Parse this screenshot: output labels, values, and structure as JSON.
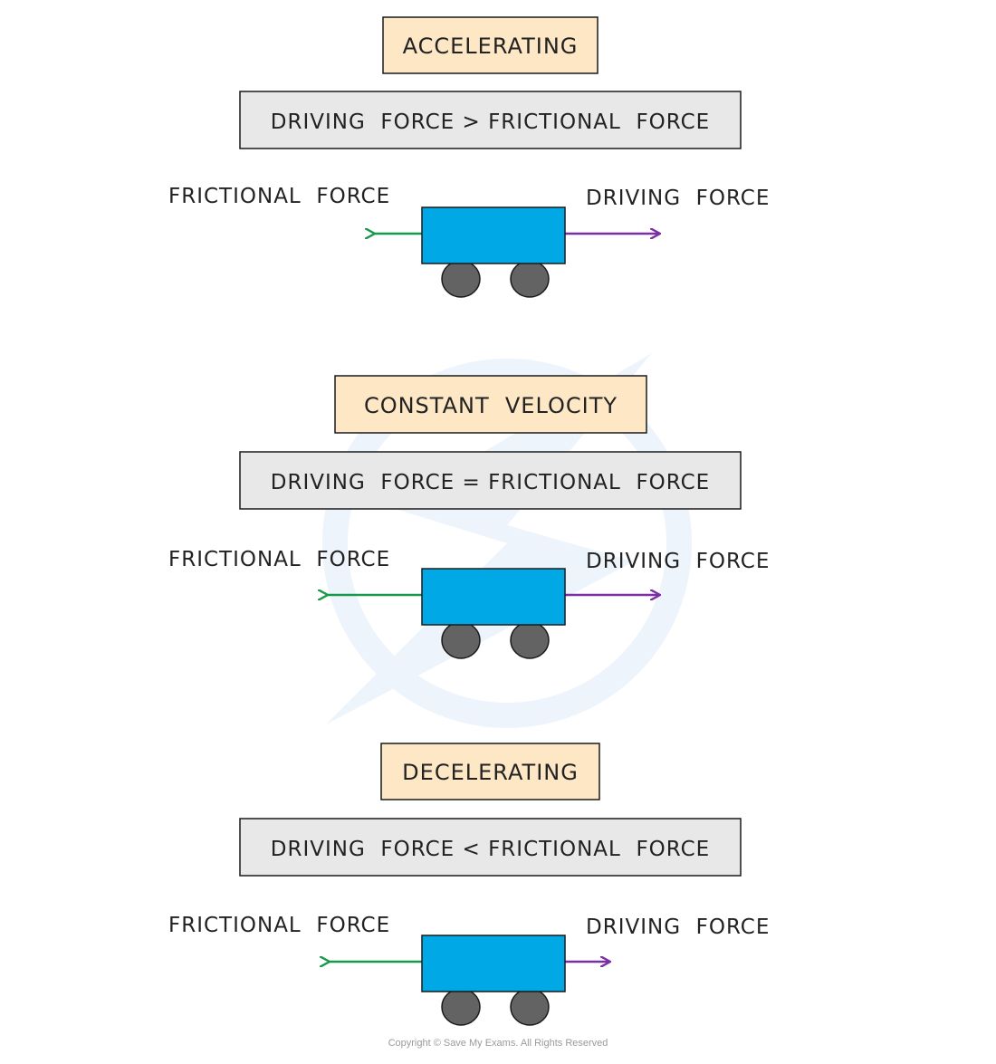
{
  "panels": [
    {
      "title": "ACCELERATING",
      "condition": "DRIVING  FORCE > FRICTIONAL  FORCE",
      "left_label": "FRICTIONAL  FORCE",
      "right_label": "DRIVING  FORCE"
    },
    {
      "title": "CONSTANT  VELOCITY",
      "condition": "DRIVING  FORCE = FRICTIONAL  FORCE",
      "left_label": "FRICTIONAL  FORCE",
      "right_label": "DRIVING  FORCE"
    },
    {
      "title": "DECELERATING",
      "condition": "DRIVING  FORCE < FRICTIONAL  FORCE",
      "left_label": "FRICTIONAL  FORCE",
      "right_label": "DRIVING  FORCE"
    }
  ],
  "footer": {
    "copyright": "Copyright © Save My Exams. All Rights Reserved"
  },
  "colors": {
    "title_fill": "#fde7c5",
    "condition_fill": "#e8e8e8",
    "cart_body": "#00a9e6",
    "wheel": "#636363",
    "frictional_arrow": "#169a4a",
    "driving_arrow": "#7b2fa3",
    "watermark": "#eef4fb"
  }
}
